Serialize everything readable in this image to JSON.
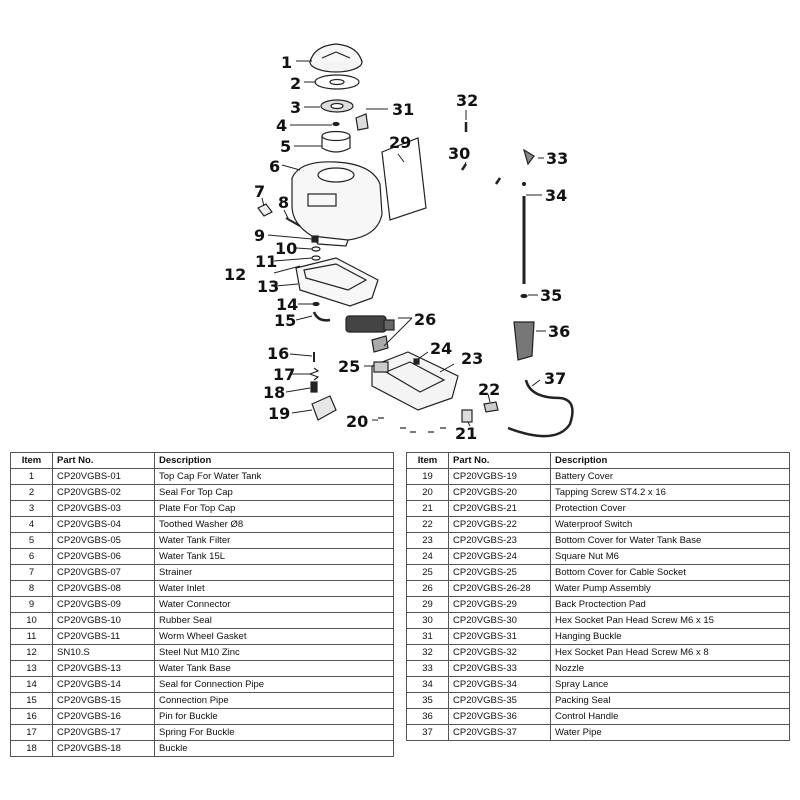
{
  "callouts": [
    "1",
    "2",
    "3",
    "4",
    "5",
    "6",
    "7",
    "8",
    "9",
    "10",
    "11",
    "12",
    "13",
    "14",
    "15",
    "16",
    "17",
    "18",
    "19",
    "20",
    "21",
    "22",
    "23",
    "24",
    "25",
    "26",
    "29",
    "30",
    "31",
    "32",
    "33",
    "34",
    "35",
    "36",
    "37"
  ],
  "table_headers": {
    "item": "Item",
    "part_no": "Part No.",
    "description": "Description"
  },
  "parts_left": [
    {
      "item": "1",
      "part_no": "CP20VGBS-01",
      "description": "Top Cap For Water Tank"
    },
    {
      "item": "2",
      "part_no": "CP20VGBS-02",
      "description": "Seal For Top Cap"
    },
    {
      "item": "3",
      "part_no": "CP20VGBS-03",
      "description": "Plate For Top Cap"
    },
    {
      "item": "4",
      "part_no": "CP20VGBS-04",
      "description": "Toothed Washer Ø8"
    },
    {
      "item": "5",
      "part_no": "CP20VGBS-05",
      "description": "Water Tank Filter"
    },
    {
      "item": "6",
      "part_no": "CP20VGBS-06",
      "description": "Water Tank 15L"
    },
    {
      "item": "7",
      "part_no": "CP20VGBS-07",
      "description": "Strainer"
    },
    {
      "item": "8",
      "part_no": "CP20VGBS-08",
      "description": "Water Inlet"
    },
    {
      "item": "9",
      "part_no": "CP20VGBS-09",
      "description": "Water Connector"
    },
    {
      "item": "10",
      "part_no": "CP20VGBS-10",
      "description": "Rubber Seal"
    },
    {
      "item": "11",
      "part_no": "CP20VGBS-11",
      "description": "Worm Wheel Gasket"
    },
    {
      "item": "12",
      "part_no": "SN10.S",
      "description": "Steel Nut M10 Zinc"
    },
    {
      "item": "13",
      "part_no": "CP20VGBS-13",
      "description": "Water Tank Base"
    },
    {
      "item": "14",
      "part_no": "CP20VGBS-14",
      "description": "Seal for Connection Pipe"
    },
    {
      "item": "15",
      "part_no": "CP20VGBS-15",
      "description": "Connection Pipe"
    },
    {
      "item": "16",
      "part_no": "CP20VGBS-16",
      "description": "Pin for Buckle"
    },
    {
      "item": "17",
      "part_no": "CP20VGBS-17",
      "description": "Spring For Buckle"
    },
    {
      "item": "18",
      "part_no": "CP20VGBS-18",
      "description": "Buckle"
    }
  ],
  "parts_right": [
    {
      "item": "19",
      "part_no": "CP20VGBS-19",
      "description": "Battery Cover"
    },
    {
      "item": "20",
      "part_no": "CP20VGBS-20",
      "description": "Tapping Screw ST4.2 x 16"
    },
    {
      "item": "21",
      "part_no": "CP20VGBS-21",
      "description": "Protection Cover"
    },
    {
      "item": "22",
      "part_no": "CP20VGBS-22",
      "description": "Waterproof Switch"
    },
    {
      "item": "23",
      "part_no": "CP20VGBS-23",
      "description": "Bottom Cover for Water Tank Base"
    },
    {
      "item": "24",
      "part_no": "CP20VGBS-24",
      "description": "Square Nut M6"
    },
    {
      "item": "25",
      "part_no": "CP20VGBS-25",
      "description": "Bottom Cover for Cable Socket"
    },
    {
      "item": "26",
      "part_no": "CP20VGBS-26-28",
      "description": "Water Pump Assembly"
    },
    {
      "item": "29",
      "part_no": "CP20VGBS-29",
      "description": "Back Proctection Pad"
    },
    {
      "item": "30",
      "part_no": "CP20VGBS-30",
      "description": "Hex Socket Pan Head Screw M6 x 15"
    },
    {
      "item": "31",
      "part_no": "CP20VGBS-31",
      "description": "Hanging Buckle"
    },
    {
      "item": "32",
      "part_no": "CP20VGBS-32",
      "description": "Hex Socket Pan Head Screw M6 x 8"
    },
    {
      "item": "33",
      "part_no": "CP20VGBS-33",
      "description": "Nozzle"
    },
    {
      "item": "34",
      "part_no": "CP20VGBS-34",
      "description": "Spray Lance"
    },
    {
      "item": "35",
      "part_no": "CP20VGBS-35",
      "description": "Packing Seal"
    },
    {
      "item": "36",
      "part_no": "CP20VGBS-36",
      "description": "Control Handle"
    },
    {
      "item": "37",
      "part_no": "CP20VGBS-37",
      "description": "Water Pipe"
    }
  ]
}
